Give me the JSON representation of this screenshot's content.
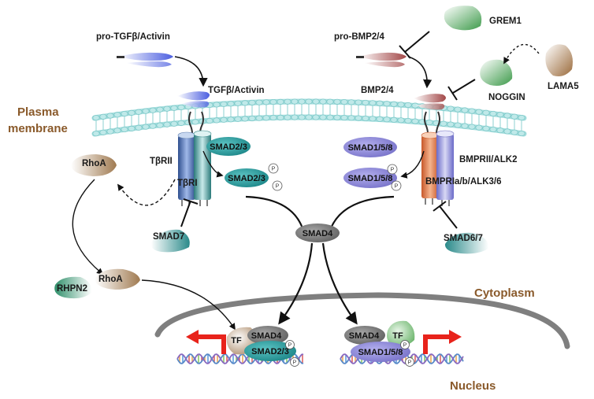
{
  "labels": {
    "pro_tgfb": "pro-TGFβ/Activin",
    "tgfb": "TGFβ/Activin",
    "pro_bmp": "pro-BMP2/4",
    "bmp": "BMP2/4",
    "grem1": "GREM1",
    "noggin": "NOGGIN",
    "lama5": "LAMA5",
    "plasma_membrane_1": "Plasma",
    "plasma_membrane_2": "membrane",
    "cytoplasm": "Cytoplasm",
    "nucleus": "Nucleus",
    "tbrii": "TβRII",
    "tbri": "TβRI",
    "bmprii": "BMPRII/ALK2",
    "bmpri": "BMPRIa/b/ALK3/6",
    "smad23_a": "SMAD2/3",
    "smad23_b": "SMAD2/3",
    "smad158_a": "SMAD1/5/8",
    "smad158_b": "SMAD1/5/8",
    "smad4": "SMAD4",
    "smad7": "SMAD7",
    "smad67": "SMAD6/7",
    "rhoa_top": "RhoA",
    "rhoa_bottom": "RhoA",
    "rhpn2": "RHPN2",
    "nuc_smad4_left": "SMAD4",
    "nuc_smad23": "SMAD2/3",
    "nuc_tf_left": "TF",
    "nuc_smad4_right": "SMAD4",
    "nuc_smad158": "SMAD1/5/8",
    "nuc_tf_right": "TF",
    "phospho": "P"
  },
  "colors": {
    "tgfb_ligand": "#5b6be0",
    "bmp_ligand": "#b05a5a",
    "smad23": "#2a9ea0",
    "smad158": "#8a86d8",
    "smad4": "#7a7a7a",
    "receptor_tgfb": "#4a73b8",
    "receptor_bmp": "#e07a45",
    "membrane": "#9fdede",
    "nucleus_envelope": "#7f7f7f",
    "arrow_red": "#e8231b",
    "label_brown": "#8a5a2b"
  }
}
